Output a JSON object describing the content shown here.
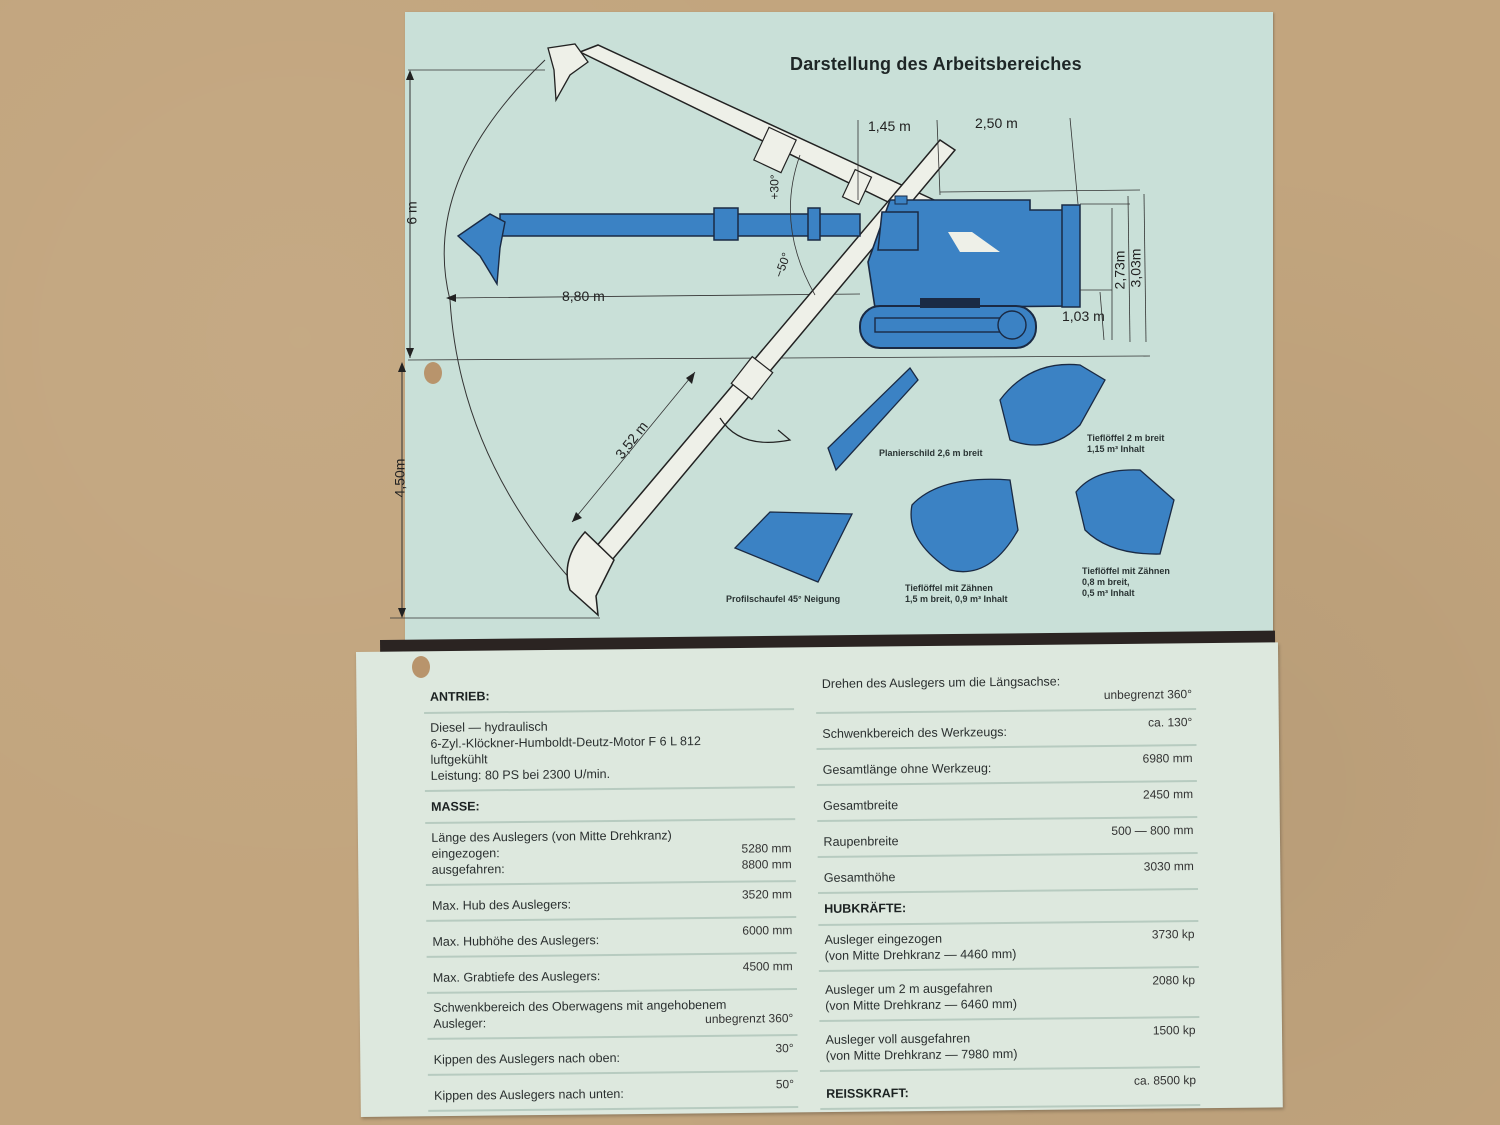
{
  "diagram": {
    "title": "Darstellung des Arbeitsbereiches",
    "dimensions": {
      "height_up": "6 m",
      "depth_down": "4,50m",
      "reach": "8,80 m",
      "stroke": "3,52 m",
      "tilt_up": "+30°",
      "tilt_down": "−50°",
      "front_offset": "1,45 m",
      "rear_length": "2,50 m",
      "cab_height": "2,73m",
      "total_height": "3,03m",
      "ground_clearance": "1,03 m"
    },
    "tools": [
      {
        "name": "Planierschild 2,6 m breit"
      },
      {
        "name": "Tieflöffel 2 m breit",
        "detail": "1,15 m³ Inhalt"
      },
      {
        "name": "Profilschaufel 45° Neigung"
      },
      {
        "name": "Tieflöffel mit Zähnen",
        "detail": "1,5 m breit, 0,9 m³ Inhalt"
      },
      {
        "name": "Tieflöffel mit Zähnen",
        "detail": "0,8 m breit,",
        "detail2": "0,5 m³ Inhalt"
      }
    ],
    "colors": {
      "panel": "#c9e0d8",
      "machine_blue": "#3b82c4",
      "boom_white": "#eef0e8"
    }
  },
  "specs": {
    "left": {
      "antrieb_heading": "ANTRIEB:",
      "antrieb_lines": [
        "Diesel — hydraulisch",
        "6-Zyl.-Klöckner-Humboldt-Deutz-Motor F 6 L 812",
        "luftgekühlt",
        "Leistung: 80 PS bei 2300 U/min."
      ],
      "masse_heading": "MASSE:",
      "rows": [
        {
          "label_lines": [
            "Länge des Auslegers (von Mitte Drehkranz)",
            "eingezogen:",
            "ausgefahren:"
          ],
          "values": [
            "5280  mm",
            "8800  mm"
          ]
        },
        {
          "label": "Max. Hub des Auslegers:",
          "value": "3520  mm"
        },
        {
          "label": "Max. Hubhöhe des Auslegers:",
          "value": "6000  mm"
        },
        {
          "label": "Max. Grabtiefe des Auslegers:",
          "value": "4500  mm"
        },
        {
          "label_lines": [
            "Schwenkbereich des Oberwagens mit angehobenem",
            "Ausleger:"
          ],
          "value": "unbegrenzt  360°"
        },
        {
          "label": "Kippen des Auslegers nach oben:",
          "value": "30°"
        },
        {
          "label": "Kippen des Auslegers nach unten:",
          "value": "50°"
        }
      ]
    },
    "right": {
      "rows": [
        {
          "label": "Drehen des Auslegers um die Längsachse:",
          "value": "unbegrenzt  360°"
        },
        {
          "label": "Schwenkbereich des Werkzeugs:",
          "value": "ca.  130°"
        },
        {
          "label": "Gesamtlänge ohne Werkzeug:",
          "value": "6980  mm"
        },
        {
          "label": "Gesamtbreite",
          "value": "2450  mm"
        },
        {
          "label": "Raupenbreite",
          "value": "500 — 800  mm"
        },
        {
          "label": "Gesamthöhe",
          "value": "3030  mm"
        }
      ],
      "hubkraefte_heading": "HUBKRÄFTE:",
      "hub_rows": [
        {
          "label_lines": [
            "Ausleger  eingezogen",
            "(von Mitte Drehkranz — 4460 mm)"
          ],
          "value": "3730  kp"
        },
        {
          "label_lines": [
            "Ausleger  um  2  m  ausgefahren",
            "(von Mitte Drehkranz — 6460 mm)"
          ],
          "value": "2080  kp"
        },
        {
          "label_lines": [
            "Ausleger  voll  ausgefahren",
            "(von Mitte Drehkranz — 7980 mm)"
          ],
          "value": "1500  kp"
        }
      ],
      "reisskraft_heading": "REISSKRAFT:",
      "reisskraft_value": "ca.  8500  kp"
    }
  }
}
